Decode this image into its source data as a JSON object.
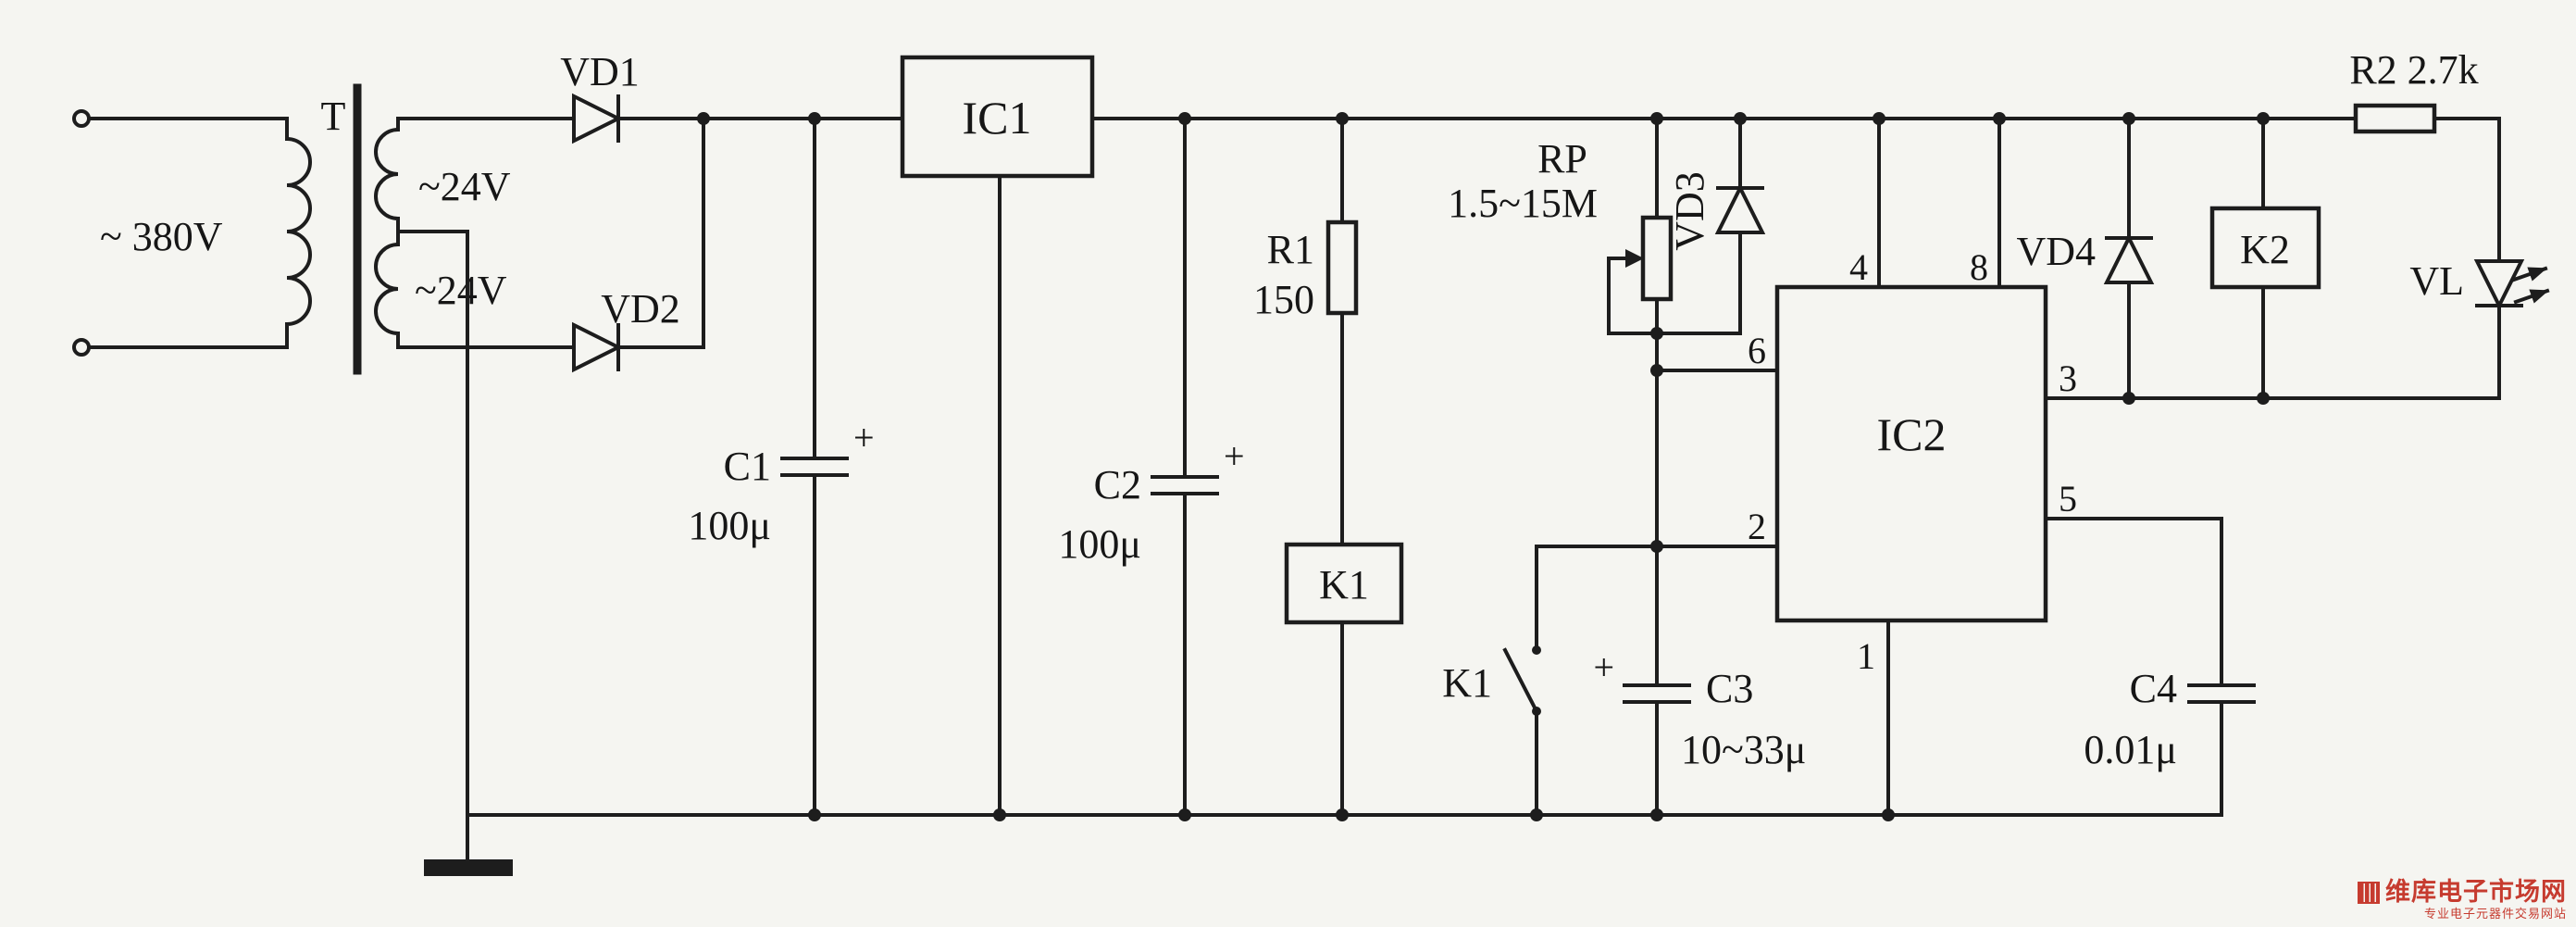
{
  "power": {
    "input_voltage": "~ 380V",
    "transformer_label": "T",
    "secondary_top_voltage": "~24V",
    "secondary_bottom_voltage": "~24V"
  },
  "diodes": {
    "vd1": "VD1",
    "vd2": "VD2",
    "vd3": "VD3",
    "vd4": "VD4"
  },
  "ics": {
    "ic1": "IC1",
    "ic2": "IC2"
  },
  "ic2_pins": {
    "p1": "1",
    "p2": "2",
    "p3": "3",
    "p4": "4",
    "p5": "5",
    "p6": "6",
    "p8": "8"
  },
  "capacitors": {
    "c1_name": "C1",
    "c1_value": "100μ",
    "c2_name": "C2",
    "c2_value": "100μ",
    "c3_name": "C3",
    "c3_value": "10~33μ",
    "c4_name": "C4",
    "c4_value": "0.01μ",
    "polarity_plus": "+"
  },
  "resistors": {
    "r1_name": "R1",
    "r1_value": "150",
    "r2_label": "R2 2.7k",
    "rp_name": "RP",
    "rp_value": "1.5~15M"
  },
  "relays": {
    "k1_coil": "K1",
    "k1_contact": "K1",
    "k2_coil": "K2"
  },
  "led": {
    "vl": "VL"
  },
  "colors": {
    "ink": "#1d1d1d",
    "paper": "#f5f5f1",
    "watermark": "#c63b2f"
  },
  "watermark": {
    "site_name": "维库电子市场网",
    "tagline": "专业电子元器件交易网站"
  }
}
